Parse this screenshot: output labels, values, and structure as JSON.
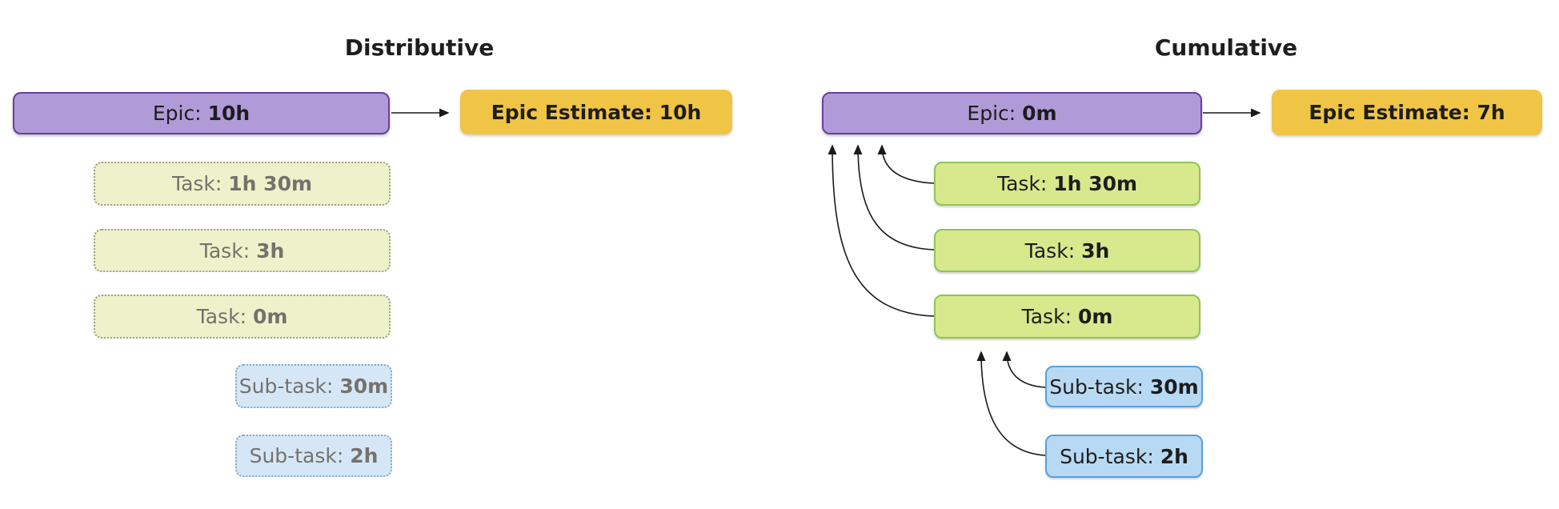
{
  "left": {
    "title": "Distributive",
    "epic": {
      "label": "Epic: ",
      "value": "10h"
    },
    "estimate": {
      "label": "Epic Estimate: ",
      "value": "10h"
    },
    "tasks": [
      {
        "label": "Task: ",
        "value": "1h 30m"
      },
      {
        "label": "Task: ",
        "value": "3h"
      },
      {
        "label": "Task: ",
        "value": "0m"
      }
    ],
    "subtasks": [
      {
        "label": "Sub-task: ",
        "value": "30m"
      },
      {
        "label": "Sub-task: ",
        "value": "2h"
      }
    ]
  },
  "right": {
    "title": "Cumulative",
    "epic": {
      "label": "Epic: ",
      "value": "0m"
    },
    "estimate": {
      "label": "Epic Estimate: ",
      "value": "7h"
    },
    "tasks": [
      {
        "label": "Task: ",
        "value": "1h 30m"
      },
      {
        "label": "Task: ",
        "value": "3h"
      },
      {
        "label": "Task: ",
        "value": "0m"
      }
    ],
    "subtasks": [
      {
        "label": "Sub-task: ",
        "value": "30m"
      },
      {
        "label": "Sub-task: ",
        "value": "2h"
      }
    ]
  },
  "colors": {
    "epic_fill": "#b09bd8",
    "epic_border": "#6b3fa0",
    "estimate_fill": "#f0c445",
    "task_fill_solid": "#d8e88c",
    "task_border_solid": "#8fc556",
    "task_fill_muted": "#eef2cb",
    "task_border_muted": "#9b9f84",
    "subtask_fill_solid": "#b8d9f3",
    "subtask_border_solid": "#55a1e0",
    "subtask_fill_muted": "#d5e7f7",
    "subtask_border_muted": "#85a8c8",
    "text_dark": "#1d1d1d",
    "text_muted": "#74726b",
    "arrow": "#1a1a1a"
  }
}
